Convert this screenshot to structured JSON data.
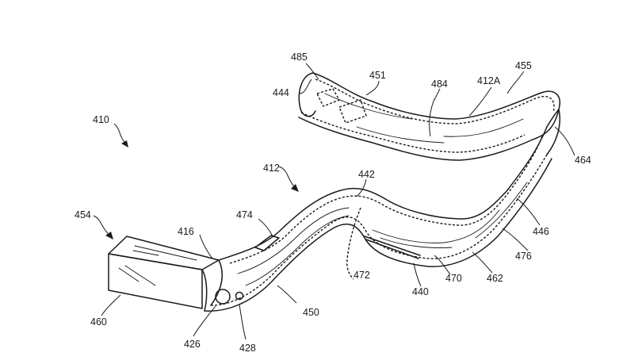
{
  "figure": {
    "labels": {
      "l410": "410",
      "l412": "412",
      "l412a": "412A",
      "l416": "416",
      "l426": "426",
      "l428": "428",
      "l440": "440",
      "l442": "442",
      "l444": "444",
      "l446": "446",
      "l450": "450",
      "l451": "451",
      "l454": "454",
      "l455": "455",
      "l460": "460",
      "l462": "462",
      "l464": "464",
      "l470": "470",
      "l472": "472",
      "l474": "474",
      "l476": "476",
      "l484": "484",
      "l485": "485"
    }
  }
}
